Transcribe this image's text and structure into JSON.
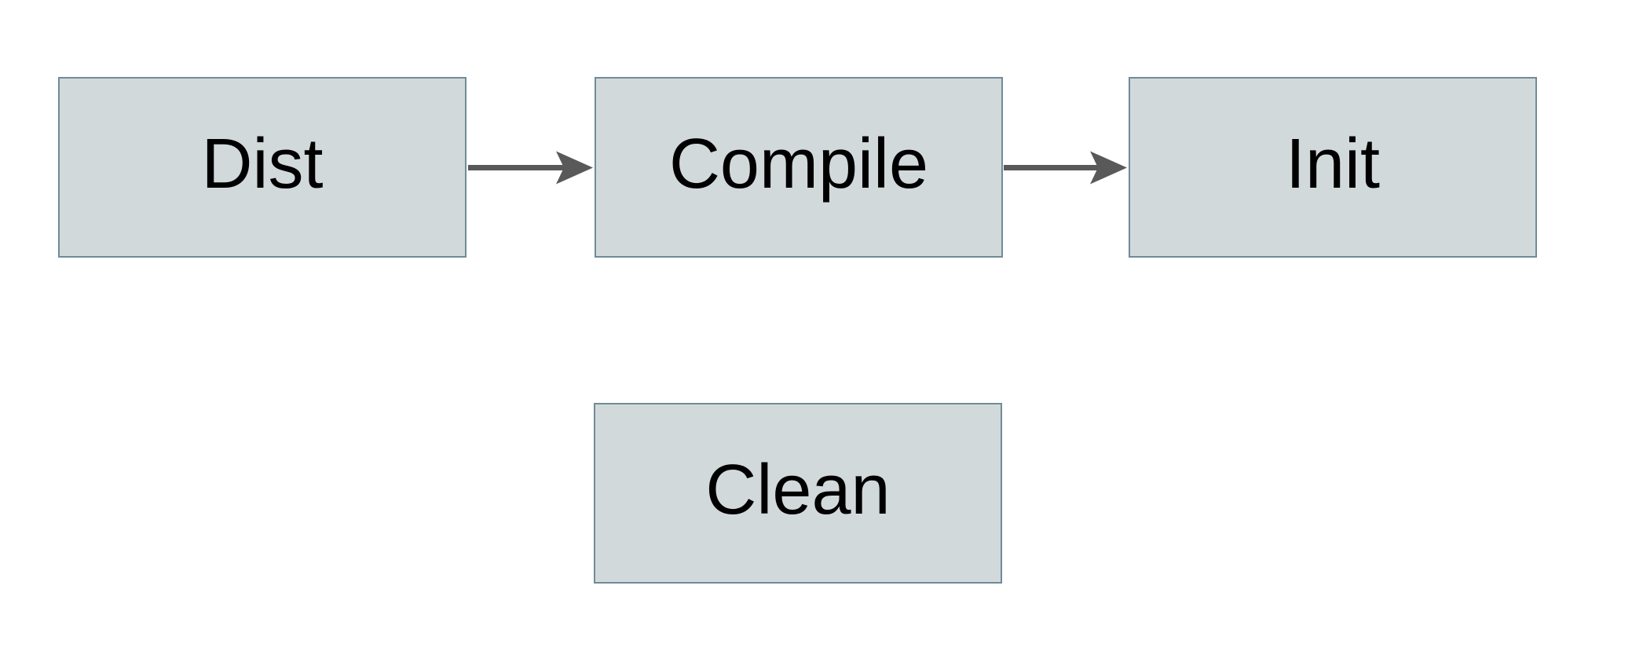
{
  "page": {
    "background": "#ffffff"
  },
  "diagram": {
    "type": "flowchart",
    "nodes": [
      {
        "id": "dist",
        "label": "Dist"
      },
      {
        "id": "compile",
        "label": "Compile"
      },
      {
        "id": "init",
        "label": "Init"
      },
      {
        "id": "clean",
        "label": "Clean"
      }
    ],
    "edges": [
      {
        "from": "dist",
        "to": "compile",
        "direction": "right"
      },
      {
        "from": "compile",
        "to": "init",
        "direction": "right"
      }
    ],
    "colors": {
      "node_fill": "#d2d9db",
      "node_border": "#6f8b98",
      "arrow": "#595959",
      "label_text": "#000000",
      "background": "#ffffff"
    }
  }
}
